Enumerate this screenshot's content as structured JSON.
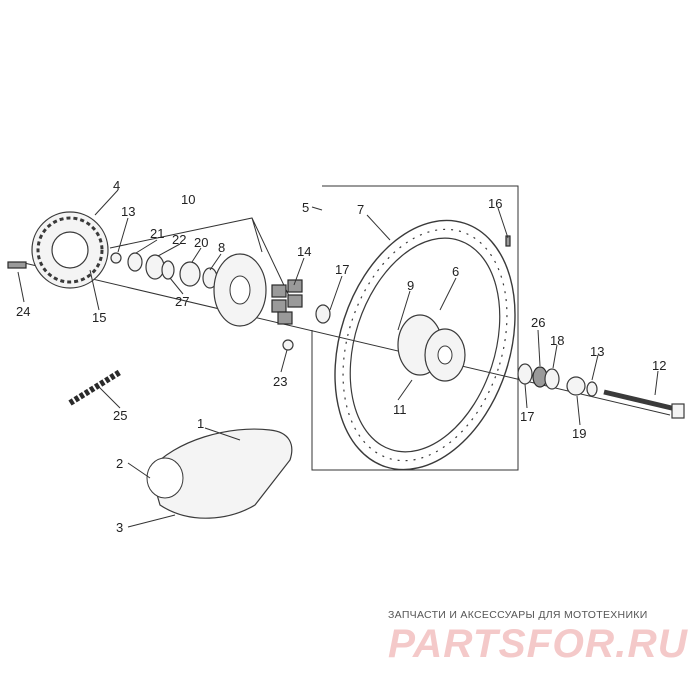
{
  "diagram": {
    "callouts": [
      {
        "id": "1",
        "label": "1"
      },
      {
        "id": "2",
        "label": "2"
      },
      {
        "id": "3",
        "label": "3"
      },
      {
        "id": "4",
        "label": "4"
      },
      {
        "id": "5",
        "label": "5"
      },
      {
        "id": "6",
        "label": "6"
      },
      {
        "id": "7",
        "label": "7"
      },
      {
        "id": "8",
        "label": "8"
      },
      {
        "id": "9",
        "label": "9"
      },
      {
        "id": "10",
        "label": "10"
      },
      {
        "id": "11",
        "label": "11"
      },
      {
        "id": "12",
        "label": "12"
      },
      {
        "id": "13a",
        "label": "13"
      },
      {
        "id": "13b",
        "label": "13"
      },
      {
        "id": "14",
        "label": "14"
      },
      {
        "id": "15",
        "label": "15"
      },
      {
        "id": "16",
        "label": "16"
      },
      {
        "id": "17a",
        "label": "17"
      },
      {
        "id": "17b",
        "label": "17"
      },
      {
        "id": "18",
        "label": "18"
      },
      {
        "id": "19",
        "label": "19"
      },
      {
        "id": "20",
        "label": "20"
      },
      {
        "id": "21",
        "label": "21"
      },
      {
        "id": "22",
        "label": "22"
      },
      {
        "id": "23",
        "label": "23"
      },
      {
        "id": "24",
        "label": "24"
      },
      {
        "id": "25",
        "label": "25"
      },
      {
        "id": "26",
        "label": "26"
      },
      {
        "id": "27",
        "label": "27"
      }
    ]
  },
  "watermark": {
    "tagline": "ЗАПЧАСТИ И АКСЕССУАРЫ ДЛЯ МОТОТЕХНИКИ",
    "logo_text": "PARTSFOR.RU",
    "logo_color": "#f4c9c9"
  }
}
